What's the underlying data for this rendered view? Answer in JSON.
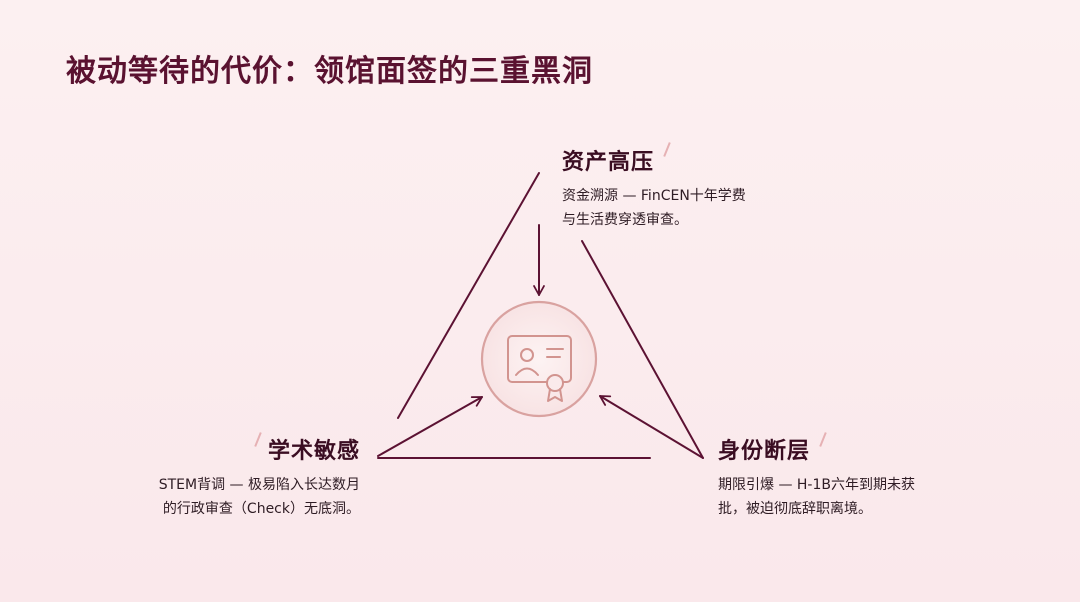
{
  "title": "被动等待的代价：领馆面签的三重黑洞",
  "colors": {
    "background": "#fbecee",
    "title": "#5a1230",
    "line": "#5c1233",
    "center_ring": "#d9a2a0",
    "accent": "#e6b1b4"
  },
  "center": {
    "icon": "certificate-icon"
  },
  "nodes": {
    "assets": {
      "title": "资产高压",
      "desc_line1": "资金溯源 — FinCEN十年学费",
      "desc_line2": "与生活费穿透审查。"
    },
    "academic": {
      "title": "学术敏感",
      "desc_line1": "STEM背调 — 极易陷入长达数月",
      "desc_line2": "的行政审查（Check）无底洞。"
    },
    "identity": {
      "title": "身份断层",
      "desc_line1": "期限引爆 — H-1B六年到期未获",
      "desc_line2": "批，被迫彻底辞职离境。"
    }
  }
}
